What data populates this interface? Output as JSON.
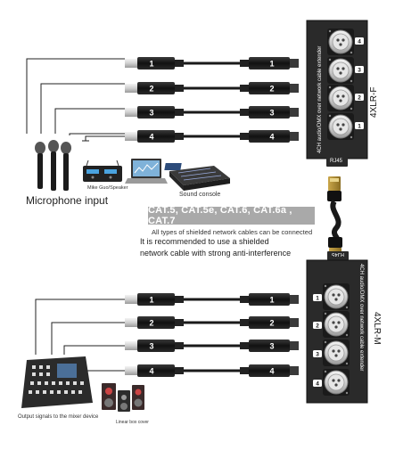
{
  "top_box": {
    "title": "4CH audio/DMX over network cable extender",
    "model": "4XLR-F",
    "port": "RJ45",
    "channels": [
      "1",
      "2",
      "3",
      "4"
    ],
    "side_numbers": [
      "4",
      "3",
      "2",
      "1"
    ]
  },
  "bottom_box": {
    "title": "4CH audio/DMX over network cable extender",
    "model": "4XLR-M",
    "port": "RJ45",
    "channels": [
      "1",
      "2",
      "3",
      "4"
    ],
    "side_numbers": [
      "1",
      "2",
      "3",
      "4"
    ]
  },
  "captions": {
    "microphone_input": "Microphone input",
    "mike_guo_speaker": "Mike Guo/Speaker",
    "sound_console": "Sound console",
    "output_signals": "Output signals to the mixer device",
    "linear_box_cover": "Linear box cover"
  },
  "cable_types": "CAT.5,  CAT.5e,  CAT.6,  CAT.6a ,  CAT.7",
  "notes": {
    "all_types": "All types of shielded network cables can be connected",
    "recommend_line1": "It is recommended to use a shielded",
    "recommend_line2": "network cable with strong anti-interference"
  },
  "colors": {
    "box": "#2a2a2a",
    "cable": "#1a1a1a",
    "xlr_silver": "#d8d8d8",
    "badge_gray": "#a9a9a9"
  }
}
